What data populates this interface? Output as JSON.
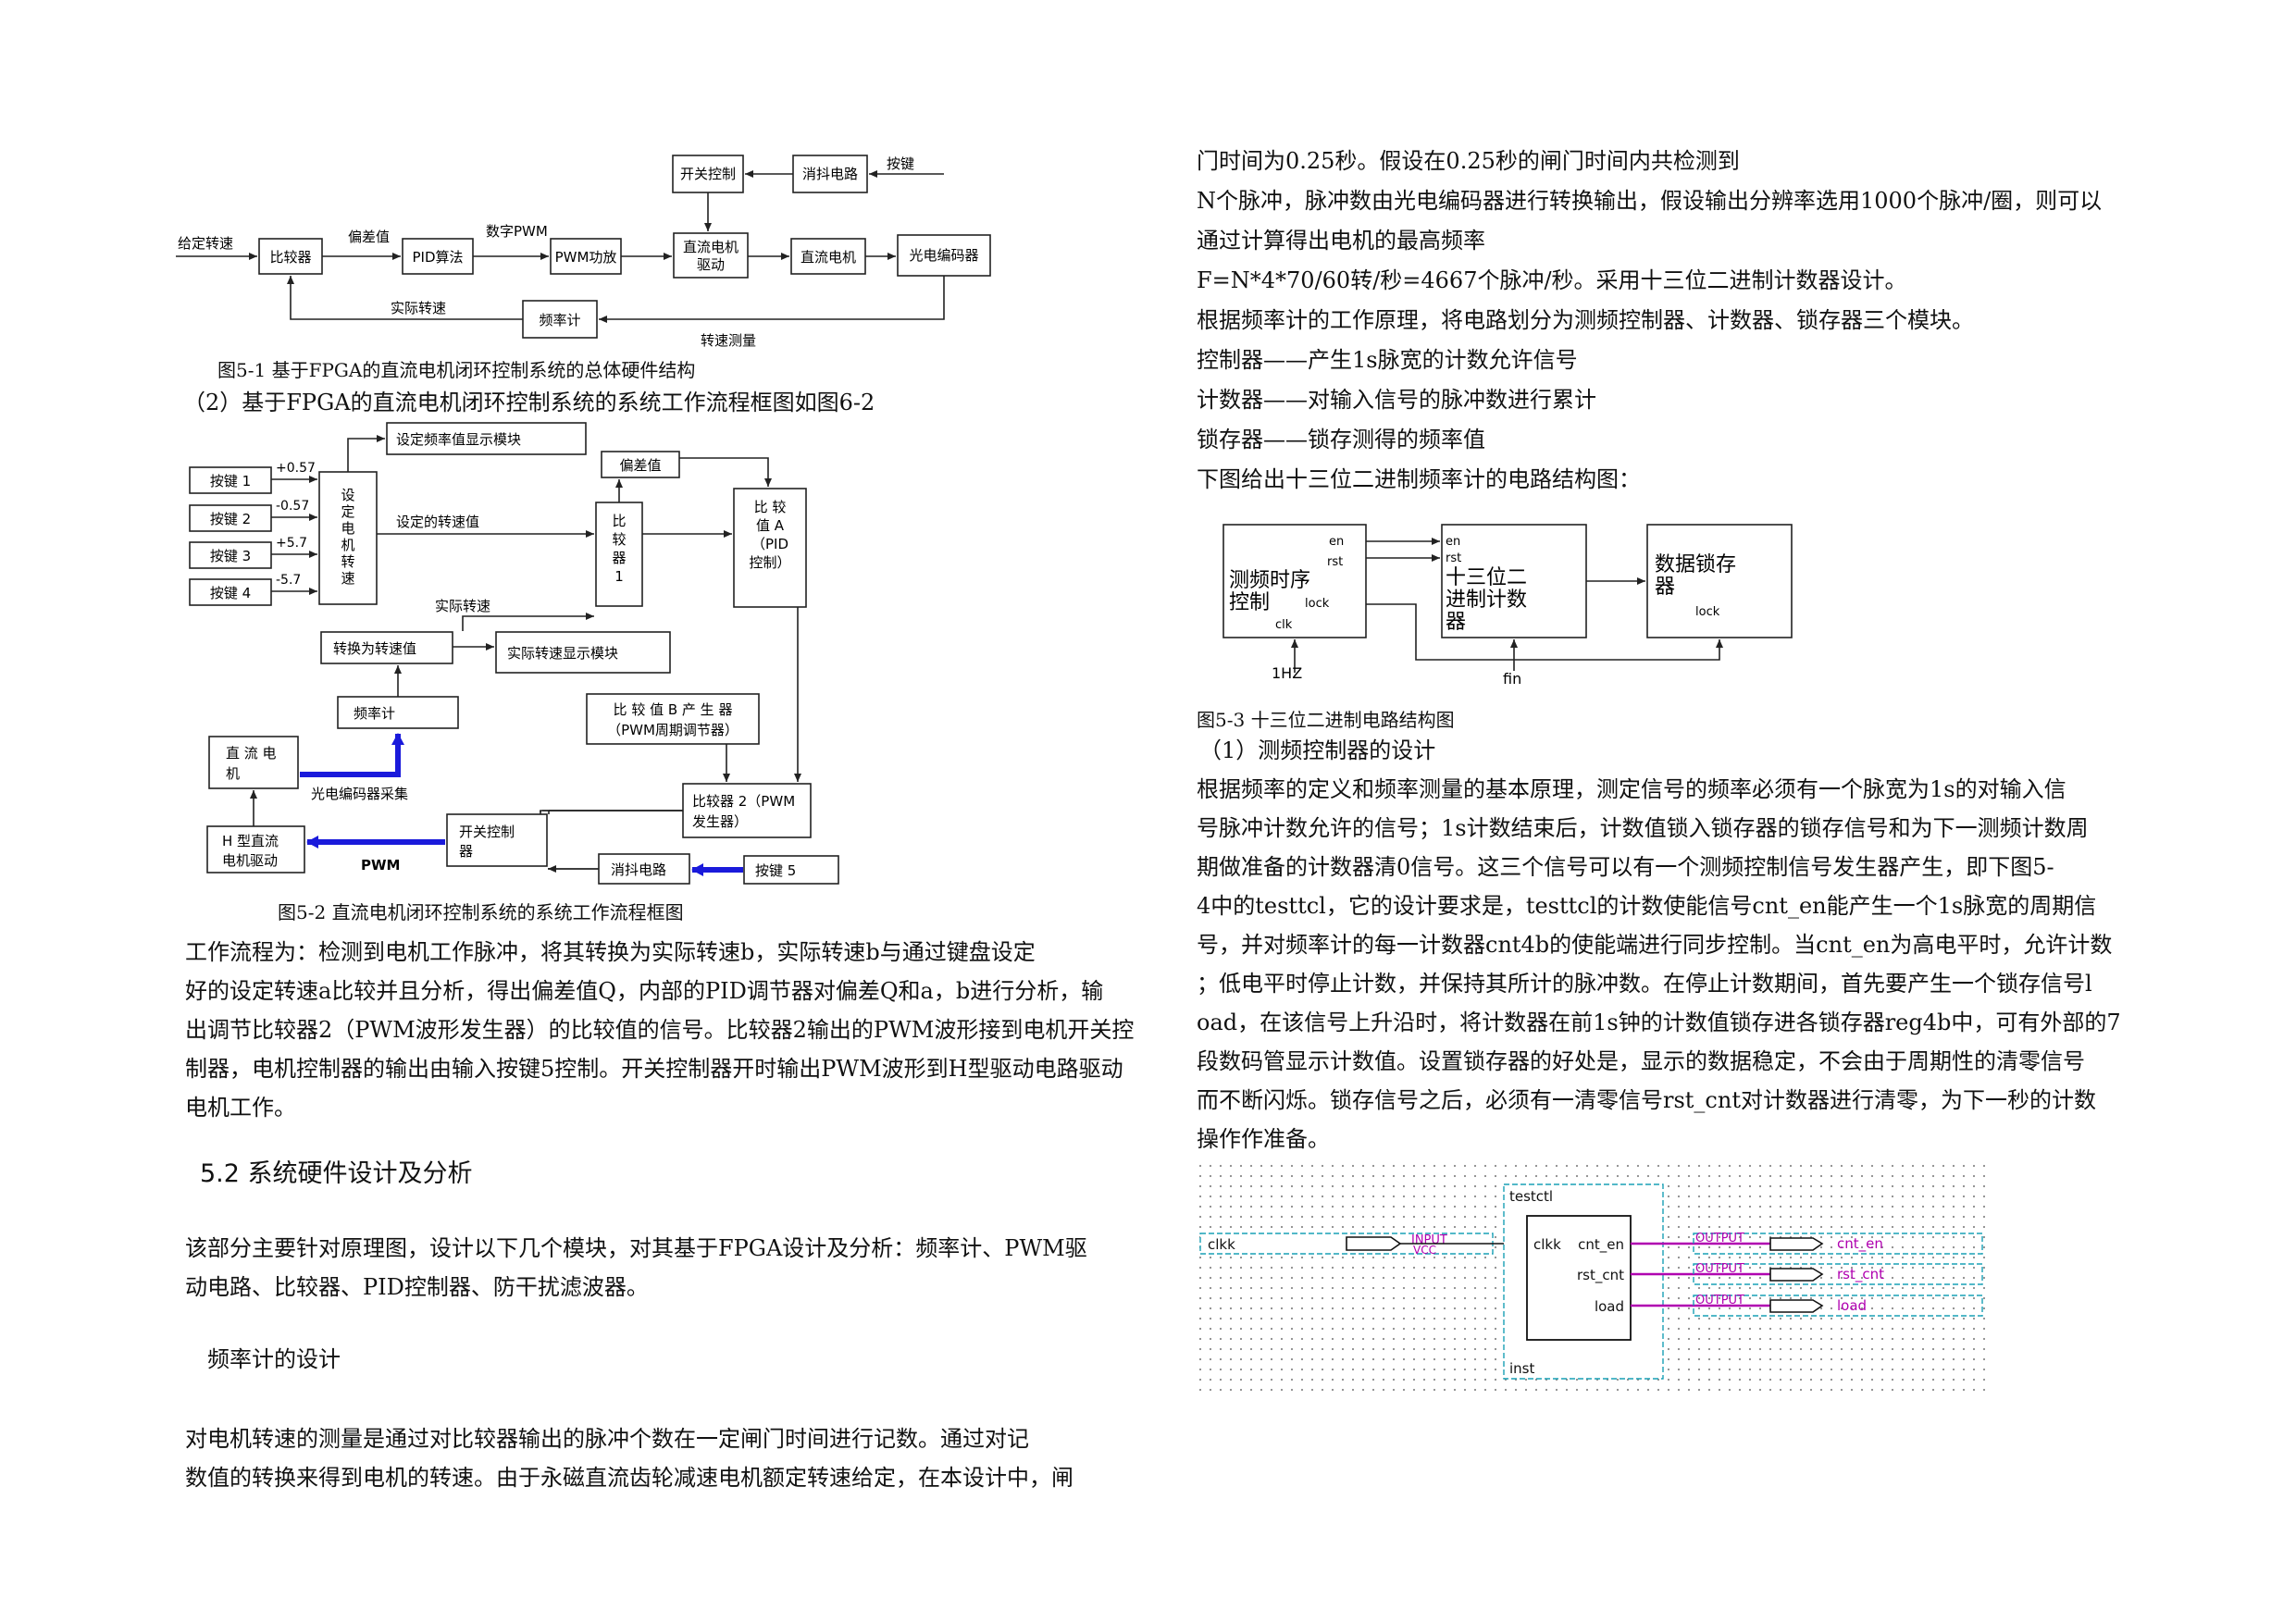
{
  "fig1": {
    "caption": "图5-1  基于FPGA的直流电机闭环控制系统的总体硬件结构",
    "blocks": {
      "comparator": "比较器",
      "pid": "PID算法",
      "pwm_amp": "PWM功放",
      "dc_drive_1": "直流电机",
      "dc_drive_2": "驱动",
      "dc_motor": "直流电机",
      "encoder": "光电编码器",
      "switch_ctrl": "开关控制",
      "debounce": "消抖电路",
      "freq_meter": "频率计"
    },
    "labels": {
      "given_speed": "给定转速",
      "deviation": "偏差值",
      "digital_pwm": "数字PWM",
      "key": "按键",
      "actual_speed": "实际转速",
      "speed_measure": "转速测量"
    }
  },
  "fig2_intro": "（2）基于FPGA的直流电机闭环控制系统的系统工作流程框图如图6-2",
  "fig2": {
    "caption": "图5-2   直流电机闭环控制系统的系统工作流程框图",
    "keys": [
      "按键 1",
      "按键 2",
      "按键 3",
      "按键 4"
    ],
    "key_values": [
      "+0.57",
      "-0.57",
      "+5.7",
      "-5.7"
    ],
    "set_speed_display": "设定频率值显示模块",
    "set_speed_block": [
      "设",
      "定",
      "电",
      "机",
      "转",
      "速"
    ],
    "set_speed_value": "设定的转速值",
    "deviation": "偏差值",
    "comparator1": [
      "比",
      "较",
      "器",
      "1"
    ],
    "compA": [
      "比  较",
      "值  A",
      "（PID",
      "控制）"
    ],
    "actual_speed": "实际转速",
    "convert": "转换为转速值",
    "actual_display": "实际转速显示模块",
    "freq_meter": "频率计",
    "dc_motor": [
      "直 流 电",
      "机"
    ],
    "encoder_sample": "光电编码器采集",
    "compB": [
      "比 较 值 B 产 生 器",
      "（PWM周期调节器）"
    ],
    "comparator2": [
      "比较器 2（PWM",
      "发生器）"
    ],
    "switch_ctrl": [
      "开关控制",
      "器"
    ],
    "h_bridge": [
      "H 型直流",
      "电机驱动"
    ],
    "pwm": "PWM",
    "debounce": "消抖电路",
    "key5": "按键 5"
  },
  "left_paragraphs": [
    "    工作流程为：检测到电机工作脉冲，将其转换为实际转速b，实际转速b与通过键盘设定",
    "好的设定转速a比较并且分析，得出偏差值Q，内部的PID调节器对偏差Q和a，b进行分析，输",
    "出调节比较器2（PWM波形发生器）的比较值的信号。比较器2输出的PWM波形接到电机开关控",
    "制器，电机控制器的输出由输入按键5控制。开关控制器开时输出PWM波形到H型驱动电路驱动",
    "电机工作。"
  ],
  "section_heading": "5.2 系统硬件设计及分析",
  "section_para": [
    "    该部分主要针对原理图，设计以下几个模块，对其基于FPGA设计及分析：频率计、PWM驱",
    "动电路、比较器、PID控制器、防干扰滤波器。"
  ],
  "sub_heading": "频率计的设计",
  "sub_para": [
    "    对电机转速的测量是通过对比较器输出的脉冲个数在一定闸门时间进行记数。通过对记",
    "数值的转换来得到电机的转速。由于永磁直流齿轮减速电机额定转速给定，在本设计中，闸"
  ],
  "right_top_lines": [
    "门时间为0.25秒。假设在0.25秒的闸门时间内共检测到",
    "N个脉冲，脉冲数由光电编码器进行转换输出，假设输出分辨率选用1000个脉冲/圈，则可以",
    "通过计算得出电机的最高频率",
    "F=N*4*70/60转/秒=4667个脉冲/秒。采用十三位二进制计数器设计。",
    "    根据频率计的工作原理，将电路划分为测频控制器、计数器、锁存器三个模块。",
    "    控制器——产生1s脉宽的计数允许信号",
    "    计数器——对输入信号的脉冲数进行累计",
    "    锁存器——锁存测得的频率值",
    "    下图给出十三位二进制频率计的电路结构图："
  ],
  "fig3": {
    "caption": "图5-3   十三位二进制电路结构图",
    "ctrl": [
      "测频时序",
      "控制"
    ],
    "counter": [
      "十三位二",
      "进制计数",
      "器"
    ],
    "latch": [
      "数据锁存",
      "器"
    ],
    "en": "en",
    "rst": "rst",
    "lock": "lock",
    "clk": "clk",
    "hz": "1HZ",
    "fin": "fin"
  },
  "right_sub_heading": "（1）测频控制器的设计",
  "right_para": [
    "    根据频率的定义和频率测量的基本原理，测定信号的频率必须有一个脉宽为1s的对输入信",
    "号脉冲计数允许的信号；1s计数结束后，计数值锁入锁存器的锁存信号和为下一测频计数周",
    "期做准备的计数器清0信号。这三个信号可以有一个测频控制信号发生器产生，即下图5-",
    "4中的testtcl，它的设计要求是，testtcl的计数使能信号cnt_en能产生一个1s脉宽的周期信",
    "号，并对频率计的每一计数器cnt4b的使能端进行同步控制。当cnt_en为高电平时，允许计数",
    "；低电平时停止计数，并保持其所计的脉冲数。在停止计数期间，首先要产生一个锁存信号l",
    "oad，在该信号上升沿时，将计数器在前1s钟的计数值锁存进各锁存器reg4b中，可有外部的7",
    "段数码管显示计数值。设置锁存器的好处是，显示的数据稳定，不会由于周期性的清零信号",
    "而不断闪烁。锁存信号之后，必须有一清零信号rst_cnt对计数器进行清零，为下一秒的计数",
    "操作作准备。"
  ],
  "fig4": {
    "module": "testctl",
    "inst": "inst",
    "input_pin": "clkk",
    "input_tag": "INPUT",
    "input_vcc": "VCC",
    "ports_in": "clkk",
    "ports_out": [
      "cnt_en",
      "rst_cnt",
      "load"
    ],
    "output_tag": "OUTPUT",
    "outputs": [
      "cnt_en",
      "rst_cnt",
      "load"
    ]
  }
}
